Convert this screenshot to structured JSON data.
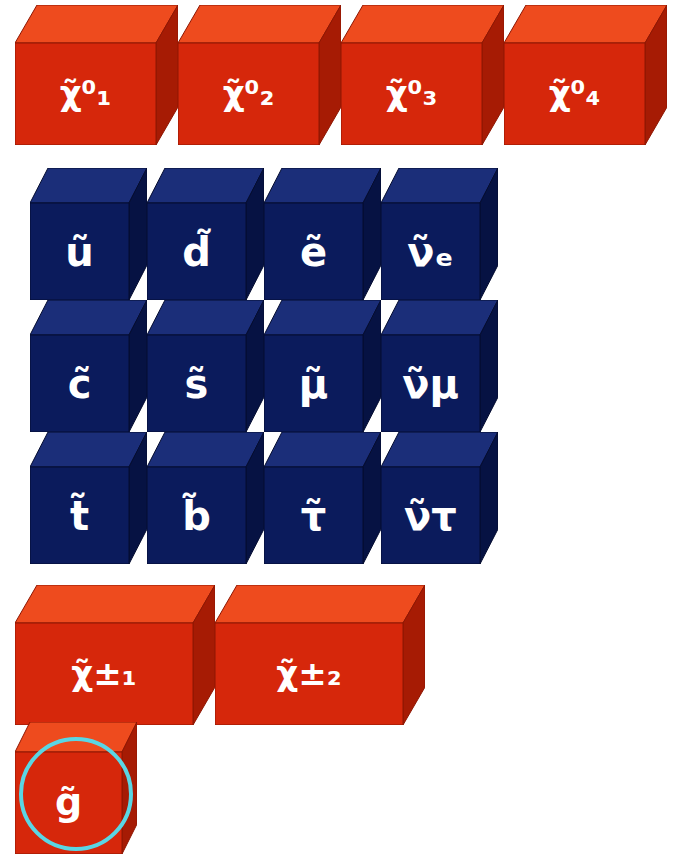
{
  "diagram": {
    "nodes": [
      {
        "text": [
          "χ̃⁰₁"
        ]
      },
      {
        "text": [
          "χ̃⁰₂"
        ]
      },
      {
        "text": [
          "χ̃⁰₃"
        ]
      },
      {
        "text": [
          "χ̃⁰₄"
        ]
      },
      {
        "text": [
          "ũ"
        ]
      },
      {
        "text": [
          "d̃"
        ]
      },
      {
        "text": [
          "ẽ"
        ]
      },
      {
        "text": [
          "ν̃ₑ"
        ]
      },
      {
        "text": [
          "c̃"
        ]
      },
      {
        "text": [
          "s̃"
        ]
      },
      {
        "text": [
          "μ̃"
        ]
      },
      {
        "text": [
          "ν̃μ"
        ]
      },
      {
        "text": [
          "t̃"
        ]
      },
      {
        "text": [
          "b̃"
        ]
      },
      {
        "text": [
          "τ̃"
        ]
      },
      {
        "text": [
          "ν̃τ"
        ]
      },
      {
        "text": [
          "χ̃±₁"
        ]
      },
      {
        "text": [
          "χ̃±₂"
        ]
      },
      {
        "text": [
          "g̃"
        ]
      }
    ]
  }
}
